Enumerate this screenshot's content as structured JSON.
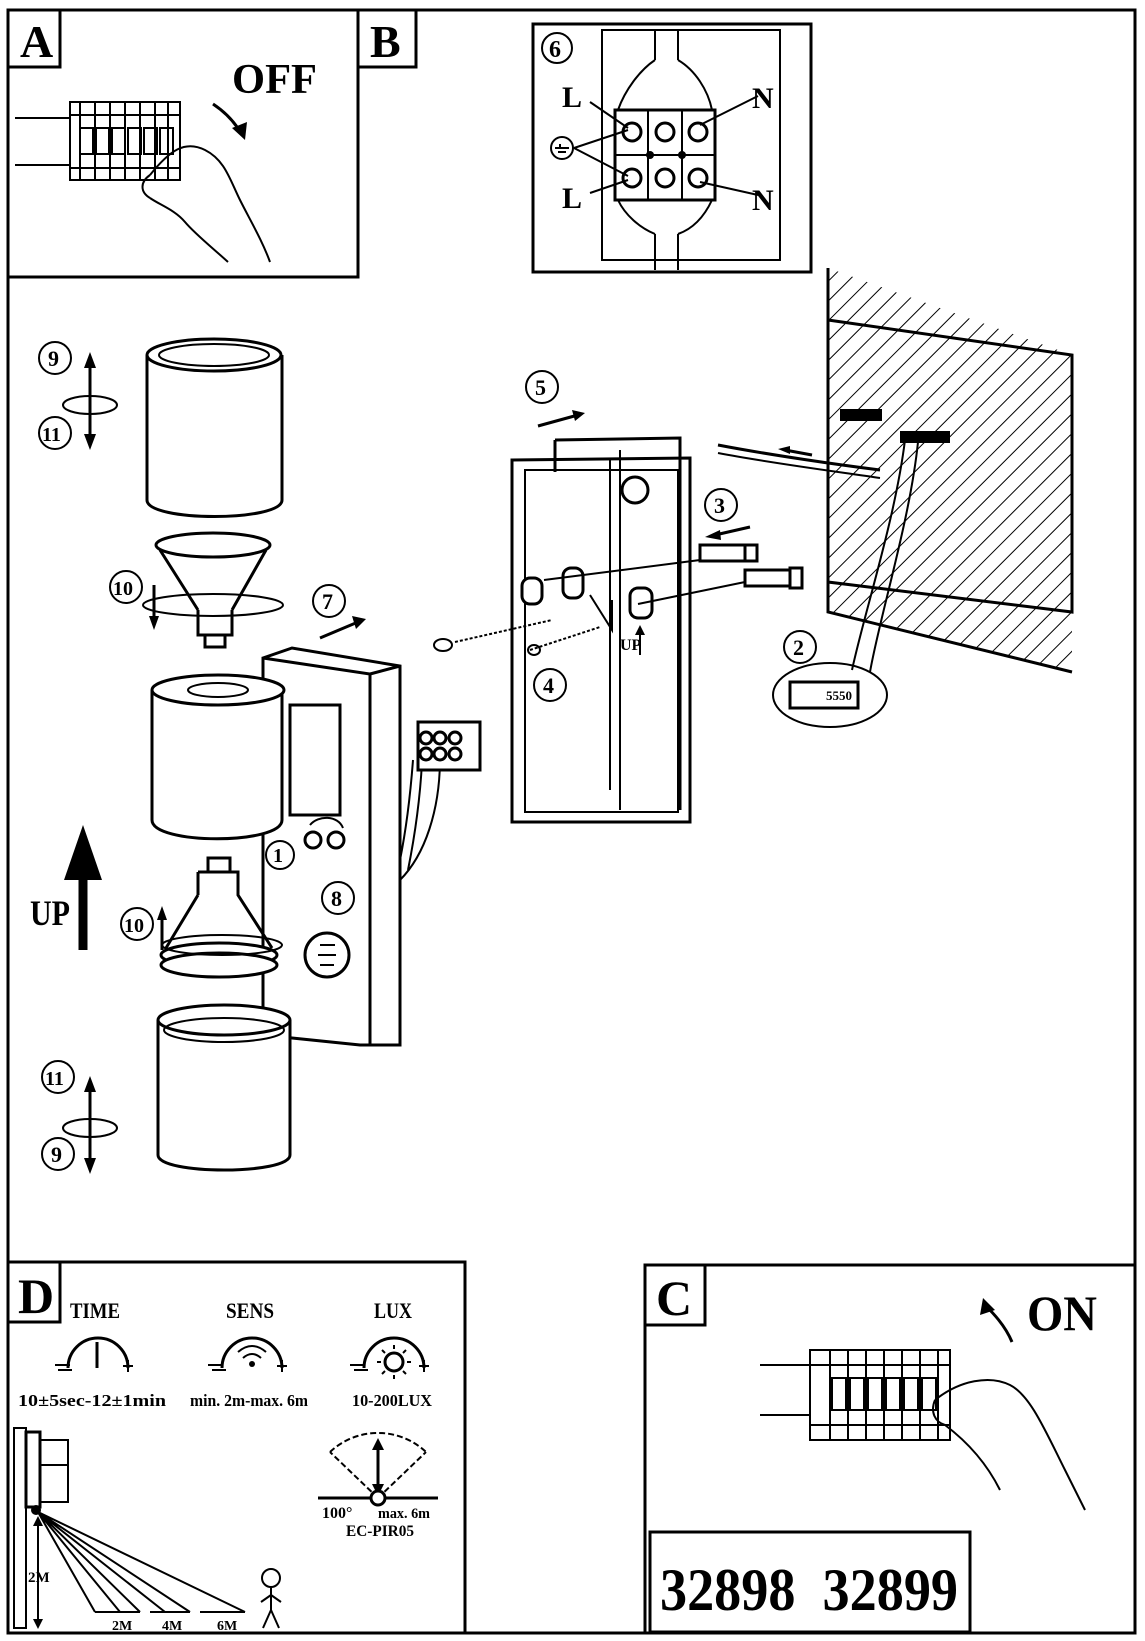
{
  "panels": {
    "a": {
      "letter": "A",
      "action": "OFF"
    },
    "b": {
      "letter": "B"
    },
    "c": {
      "letter": "C",
      "action": "ON"
    },
    "d": {
      "letter": "D"
    }
  },
  "wiring": {
    "step": "6",
    "labels": {
      "left_top": "L",
      "left_bottom": "L",
      "right_top": "N",
      "right_bottom": "N"
    }
  },
  "steps": {
    "s1": "1",
    "s2": "2",
    "s3": "3",
    "s4": "4",
    "s5": "5",
    "s7": "7",
    "s8": "8",
    "s9_top": "9",
    "s11_top": "11",
    "s10_top": "10",
    "s10_bottom": "10",
    "s11_bottom": "11",
    "s9_bottom": "9"
  },
  "labels": {
    "up_main": "UP",
    "up_small": "UP"
  },
  "sensor": {
    "time_label": "TIME",
    "time_value": "10±5sec-12±1min",
    "sens_label": "SENS",
    "sens_value": "min. 2m-max. 6m",
    "lux_label": "LUX",
    "lux_value": "10-200LUX",
    "angle": "100°",
    "range": "max. 6m",
    "model": "EC-PIR05",
    "height": "2M",
    "distances": [
      "2M",
      "4M",
      "6M"
    ]
  },
  "models": "32898  32899",
  "drill_bit": "5550",
  "colors": {
    "ink": "#000000",
    "paper": "#ffffff"
  }
}
